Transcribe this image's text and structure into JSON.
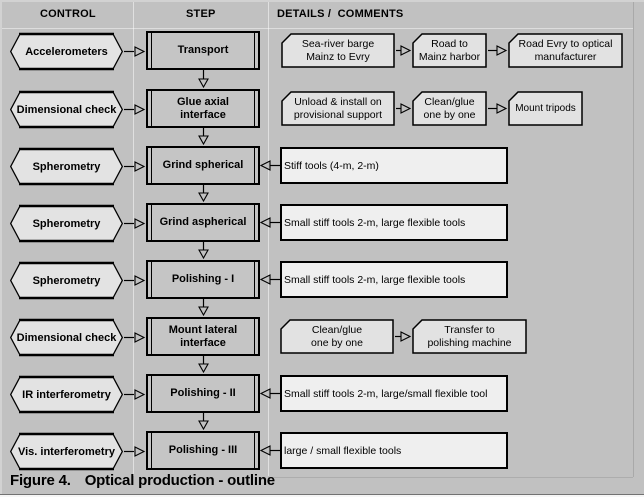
{
  "header": {
    "control": "CONTROL",
    "step": "STEP",
    "details": "DETAILS /  COMMENTS"
  },
  "caption": {
    "figure": "Figure 4.",
    "title": "Optical production - outline"
  },
  "colors": {
    "background": "#c1c1c1",
    "hexagon_fill": "#e3e3e3",
    "step_fill": "#c5c5c5",
    "card_fill": "#e2e2e2",
    "detail_fill": "#efefef",
    "line": "#000000"
  },
  "rows": [
    {
      "control": "Accelerometers",
      "step": "Transport",
      "flow": "step-to-details",
      "details": [
        {
          "line1": "Sea-river barge",
          "line2": "Mainz to Evry"
        },
        {
          "line1": "Road to",
          "line2": "Mainz harbor"
        },
        {
          "line1": "Road Evry to optical",
          "line2": "manufacturer"
        }
      ]
    },
    {
      "control": "Dimensional check",
      "step": "Glue axial interface",
      "flow": "step-to-details",
      "details": [
        {
          "line1": "Unload & install on",
          "line2": "provisional support"
        },
        {
          "line1": "Clean/glue",
          "line2": "one by one"
        },
        {
          "line1": "Mount tripods"
        }
      ]
    },
    {
      "control": "Spherometry",
      "step": "Grind spherical",
      "flow": "details-to-step",
      "details": [
        {
          "line1": "Stiff tools (4-m, 2-m)"
        }
      ]
    },
    {
      "control": "Spherometry",
      "step": "Grind aspherical",
      "flow": "details-to-step",
      "details": [
        {
          "line1": "Small stiff tools 2-m, large flexible tools"
        }
      ]
    },
    {
      "control": "Spherometry",
      "step": "Polishing - I",
      "flow": "details-to-step",
      "details": [
        {
          "line1": "Small stiff tools 2-m, large flexible tools"
        }
      ]
    },
    {
      "control": "Dimensional check",
      "step": "Mount lateral interface",
      "flow": "step-to-details",
      "details": [
        {
          "line1": "Clean/glue",
          "line2": "one by one"
        },
        {
          "line1": "Transfer to",
          "line2": "polishing machine"
        }
      ]
    },
    {
      "control": "IR interferometry",
      "step": "Polishing - II",
      "flow": "details-to-step",
      "details": [
        {
          "line1": "Small stiff tools 2-m, large/small flexible tool"
        }
      ]
    },
    {
      "control": "Vis. interferometry",
      "step": "Polishing - III",
      "flow": "details-to-step",
      "details": [
        {
          "line1": "large / small flexible tools"
        }
      ]
    }
  ]
}
